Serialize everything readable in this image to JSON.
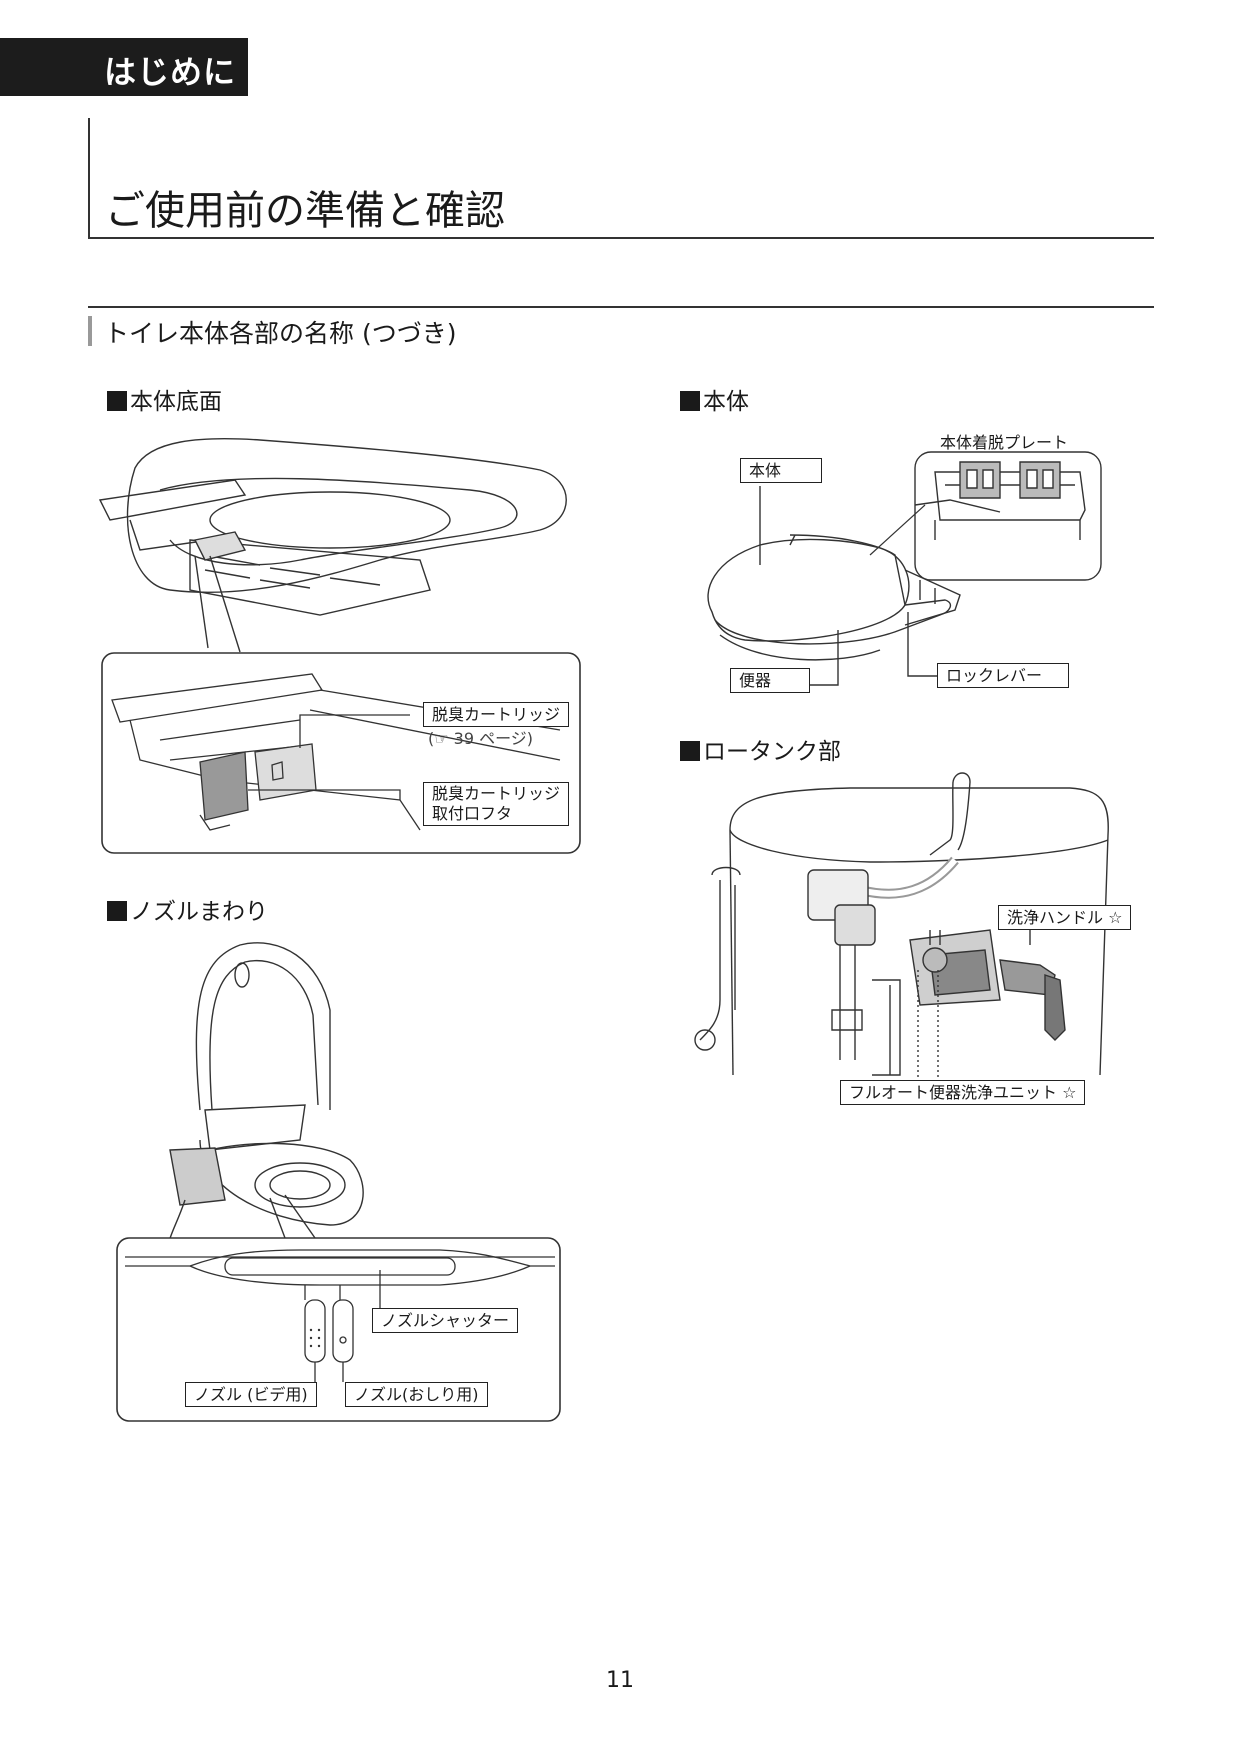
{
  "header": {
    "tab_label": "はじめに"
  },
  "page_title": "ご使用前の準備と確認",
  "subsection_title": "トイレ本体各部の名称 (つづき)",
  "sections": {
    "bottom": "本体底面",
    "nozzle": "ノズルまわり",
    "body": "本体",
    "tank": "ロータンク部"
  },
  "labels": {
    "deodor_cartridge": "脱臭カートリッジ",
    "deodor_ref": "(☞ 39 ページ)",
    "deodor_cover_1": "脱臭カートリッジ",
    "deodor_cover_2": "取付口フタ",
    "nozzle_shutter": "ノズルシャッター",
    "nozzle_bidet": "ノズル (ビデ用)",
    "nozzle_oshiri": "ノズル(おしり用)",
    "body_plate": "本体着脱プレート",
    "body": "本体",
    "toilet_bowl": "便器",
    "lock_lever": "ロックレバー",
    "flush_handle": "洗浄ハンドル ☆",
    "auto_flush_unit": "フルオート便器洗浄ユニット ☆"
  },
  "page_number": "11"
}
